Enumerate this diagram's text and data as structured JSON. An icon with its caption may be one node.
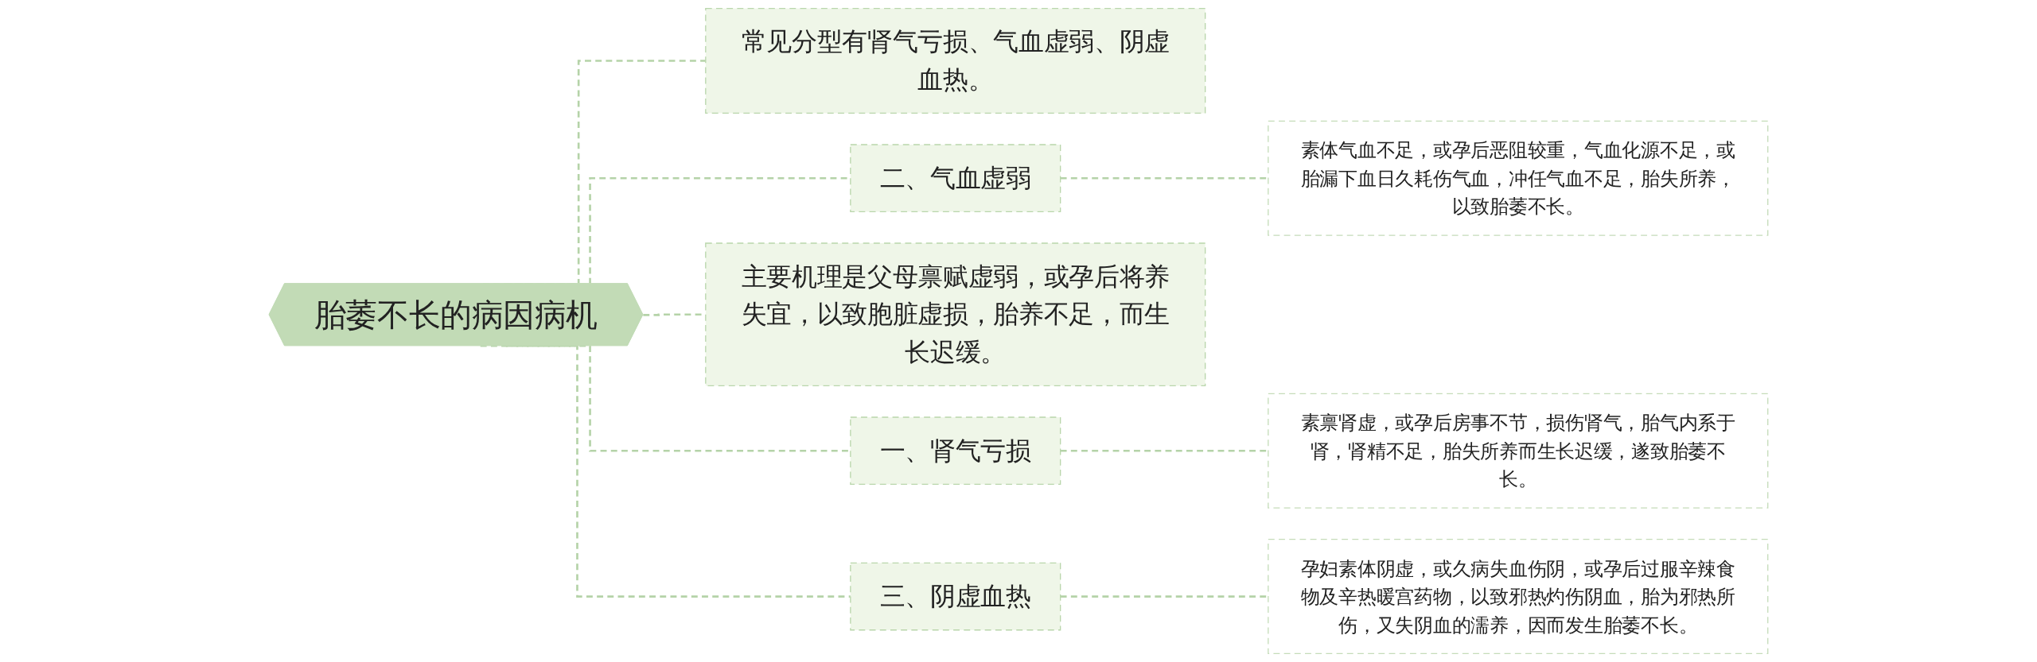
{
  "diagram": {
    "nodes": [
      {
        "text": [
          "胎萎不长的病因病机"
        ]
      },
      {
        "text": [
          "常见分型有肾气亏损、气血虚弱、阴虚血热。"
        ]
      },
      {
        "text": [
          "二、气血虚弱"
        ]
      },
      {
        "text": [
          "素体气血不足，或孕后恶阻较重，气血化源不足，或胎漏下血日久耗伤气血，冲任气血不足，胎失所养，以致胎萎不长。"
        ]
      },
      {
        "text": [
          "主要机理是父母禀赋虚弱，或孕后将养失宜，以致胞脏虚损，胎养不足，而生长迟缓。"
        ]
      },
      {
        "text": [
          "一、肾气亏损"
        ]
      },
      {
        "text": [
          "素禀肾虚，或孕后房事不节，损伤肾气，胎气内系于肾，肾精不足，胎失所养而生长迟缓，遂致胎萎不长。"
        ]
      },
      {
        "text": [
          "三、阴虚血热"
        ]
      },
      {
        "text": [
          "孕妇素体阴虚，或久病失血伤阴，或孕后过服辛辣食物及辛热暖宫药物，以致邪热灼伤阴血，胎为邪热所伤，又失阴血的濡养，因而发生胎萎不长。"
        ]
      }
    ],
    "edges": [
      {
        "from": 0,
        "to": 1,
        "arrow": "none",
        "style": "dashed"
      },
      {
        "from": 0,
        "to": 2,
        "arrow": "none",
        "style": "dashed"
      },
      {
        "from": 2,
        "to": 3,
        "arrow": "none",
        "style": "dashed"
      },
      {
        "from": 0,
        "to": 4,
        "arrow": "none",
        "style": "dashed"
      },
      {
        "from": 0,
        "to": 5,
        "arrow": "none",
        "style": "dashed"
      },
      {
        "from": 5,
        "to": 6,
        "arrow": "none",
        "style": "dashed"
      },
      {
        "from": 0,
        "to": 7,
        "arrow": "none",
        "style": "dashed"
      },
      {
        "from": 7,
        "to": 8,
        "arrow": "none",
        "style": "dashed"
      }
    ]
  }
}
